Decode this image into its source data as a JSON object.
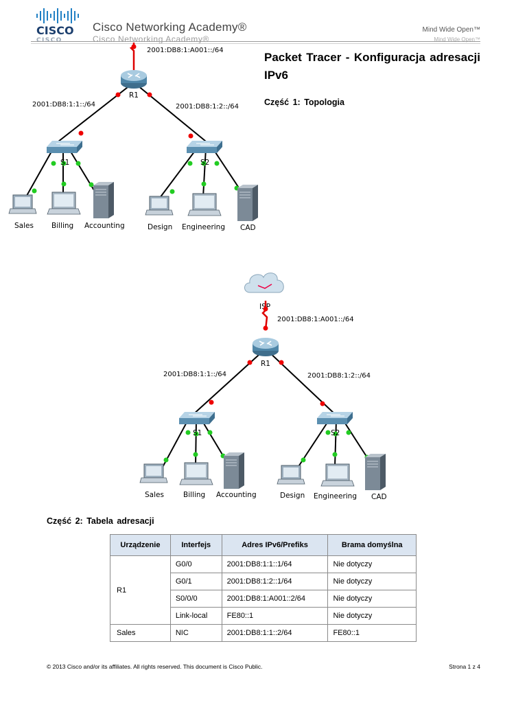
{
  "header": {
    "logo_text": "CISCO",
    "brand": "Cisco Networking Academy®",
    "tagline": "Mind Wide Open™"
  },
  "title": "Packet Tracer - Konfiguracja adresacji IPv6",
  "section1": "Część 1: Topologia",
  "section2": "Część 2: Tabela adresacji",
  "topology": {
    "isp": "ISP",
    "router": "R1",
    "switch1": "S1",
    "switch2": "S2",
    "link_isp": "2001:DB8:1:A001::/64",
    "link_s1": "2001:DB8:1:1::/64",
    "link_s2": "2001:DB8:1:2::/64",
    "hosts": [
      "Sales",
      "Billing",
      "Accounting",
      "Design",
      "Engineering",
      "CAD"
    ]
  },
  "table": {
    "headers": [
      "Urządzenie",
      "Interfejs",
      "Adres IPv6/Prefiks",
      "Brama domyślna"
    ],
    "r1_device": "R1",
    "r1_rows": [
      [
        "G0/0",
        "2001:DB8:1:1::1/64",
        "Nie dotyczy"
      ],
      [
        "G0/1",
        "2001:DB8:1:2::1/64",
        "Nie dotyczy"
      ],
      [
        "S0/0/0",
        "2001:DB8:1:A001::2/64",
        "Nie dotyczy"
      ],
      [
        "Link-local",
        "FE80::1",
        "Nie dotyczy"
      ]
    ],
    "sales_row": [
      "Sales",
      "NIC",
      "2001:DB8:1:1::2/64",
      "FE80::1"
    ]
  },
  "footer": {
    "left": "© 2013 Cisco and/or its affiliates. All rights reserved. This document is Cisco Public.",
    "right": "Strona 1 z 4"
  }
}
